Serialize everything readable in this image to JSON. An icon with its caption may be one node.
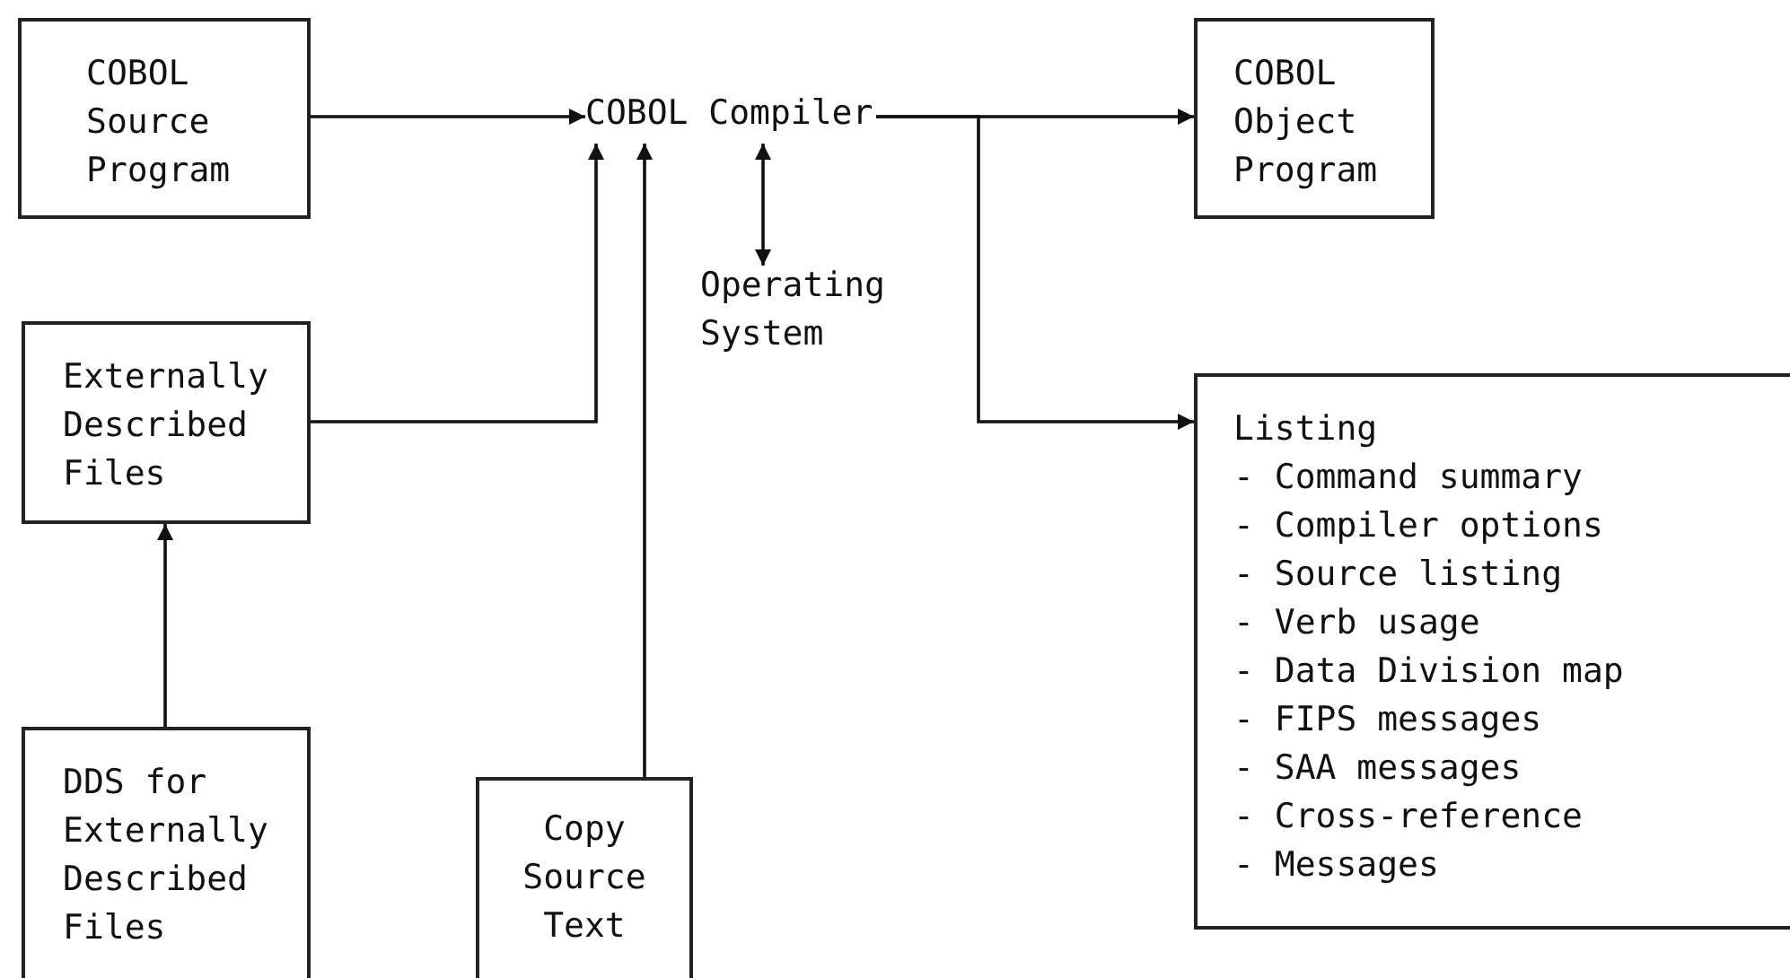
{
  "diagram": {
    "nodes": [
      {
        "text": [
          "COBOL Source Program"
        ]
      },
      {
        "text": [
          "COBOL Compiler"
        ]
      },
      {
        "text": [
          "COBOL Object Program"
        ]
      },
      {
        "text": [
          "Externally Described Files"
        ]
      },
      {
        "text": [
          "Operating System"
        ]
      },
      {
        "text": [
          "Listing",
          "- Command summary",
          "- Compiler options",
          "- Source listing",
          "- Verb usage",
          "- Data Division map",
          "- FIPS messages",
          "- SAA messages",
          "- Cross-reference",
          "- Messages"
        ]
      },
      {
        "text": [
          "DDS for Externally Described Files"
        ]
      },
      {
        "text": [
          "Copy Source Text"
        ]
      }
    ],
    "edges": [
      {
        "from": 0,
        "to": 1,
        "arrow": "to"
      },
      {
        "from": 3,
        "to": 1,
        "arrow": "to"
      },
      {
        "from": 7,
        "to": 1,
        "arrow": "to"
      },
      {
        "from": 1,
        "to": 4,
        "arrow": "both"
      },
      {
        "from": 1,
        "to": 2,
        "arrow": "to"
      },
      {
        "from": 1,
        "to": 5,
        "arrow": "to"
      },
      {
        "from": 6,
        "to": 3,
        "arrow": "to"
      }
    ]
  }
}
